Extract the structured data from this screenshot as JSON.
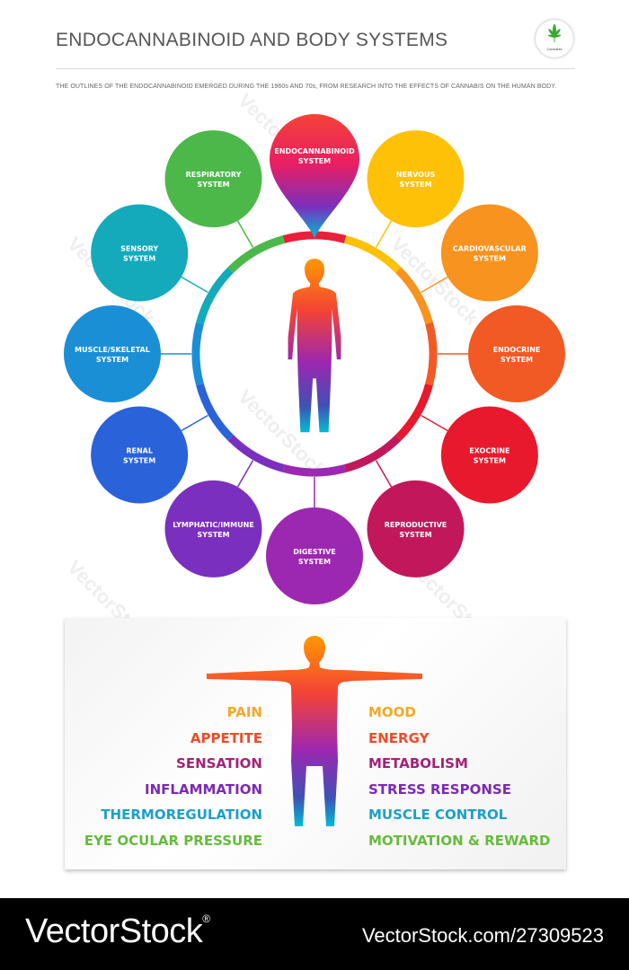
{
  "header": {
    "title": "ENDOCANNABINOID AND BODY SYSTEMS",
    "subtitle": "THE OUTLINES OF THE ENDOCANNABINOID EMERGED DURING THE 1960s AND 70s, FROM RESEARCH INTO THE EFFECTS OF CANNABIS ON THE HUMAN BODY.",
    "logo_text": "Cannabis",
    "logo_icon": "cannabis-leaf-icon"
  },
  "systems": [
    {
      "lines": [
        "ENDOCANNABINOID",
        "SYSTEM"
      ],
      "color": "#e8203a",
      "shape": "pin"
    },
    {
      "lines": [
        "NERVOUS",
        "SYSTEM"
      ],
      "color": "#ffc107"
    },
    {
      "lines": [
        "CARDIOVASCULAR",
        "SYSTEM"
      ],
      "color": "#f7931e"
    },
    {
      "lines": [
        "ENDOCRINE",
        "SYSTEM"
      ],
      "color": "#f15a24"
    },
    {
      "lines": [
        "EXOCRINE",
        "SYSTEM"
      ],
      "color": "#e8192c"
    },
    {
      "lines": [
        "REPRODUCTIVE",
        "SYSTEM"
      ],
      "color": "#c2185b"
    },
    {
      "lines": [
        "DIGESTIVE",
        "SYSTEM"
      ],
      "color": "#9c27b0"
    },
    {
      "lines": [
        "LYMPHATIC/IMMUNE",
        "SYSTEM"
      ],
      "color": "#7b2fbe"
    },
    {
      "lines": [
        "RENAL",
        "SYSTEM"
      ],
      "color": "#2962d9"
    },
    {
      "lines": [
        "MUSCLE/SKELETAL",
        "SYSTEM"
      ],
      "color": "#1a8fd6"
    },
    {
      "lines": [
        "SENSORY",
        "SYSTEM"
      ],
      "color": "#14aabb"
    },
    {
      "lines": [
        "RESPIRATORY",
        "SYSTEM"
      ],
      "color": "#4cb84a"
    }
  ],
  "effects_left": [
    {
      "label": "PAIN",
      "color": "#f7a823"
    },
    {
      "label": "APPETITE",
      "color": "#ee4b2b"
    },
    {
      "label": "SENSATION",
      "color": "#a1237a"
    },
    {
      "label": "INFLAMMATION",
      "color": "#7b2ab5"
    },
    {
      "label": "THERMOREGULATION",
      "color": "#1ba0c8"
    },
    {
      "label": "EYE OCULAR PRESSURE",
      "color": "#66bb3c"
    }
  ],
  "effects_right": [
    {
      "label": "MOOD",
      "color": "#f7a823"
    },
    {
      "label": "ENERGY",
      "color": "#ee4b2b"
    },
    {
      "label": "METABOLISM",
      "color": "#a1237a"
    },
    {
      "label": "STRESS RESPONSE",
      "color": "#7b2ab5"
    },
    {
      "label": "MUSCLE CONTROL",
      "color": "#1ba0c8"
    },
    {
      "label": "MOTIVATION & REWARD",
      "color": "#66bb3c"
    }
  ],
  "watermark": "VectorStock",
  "footer": {
    "brand": "VectorStock",
    "registered": "®",
    "id": "VectorStock.com/27309523"
  }
}
